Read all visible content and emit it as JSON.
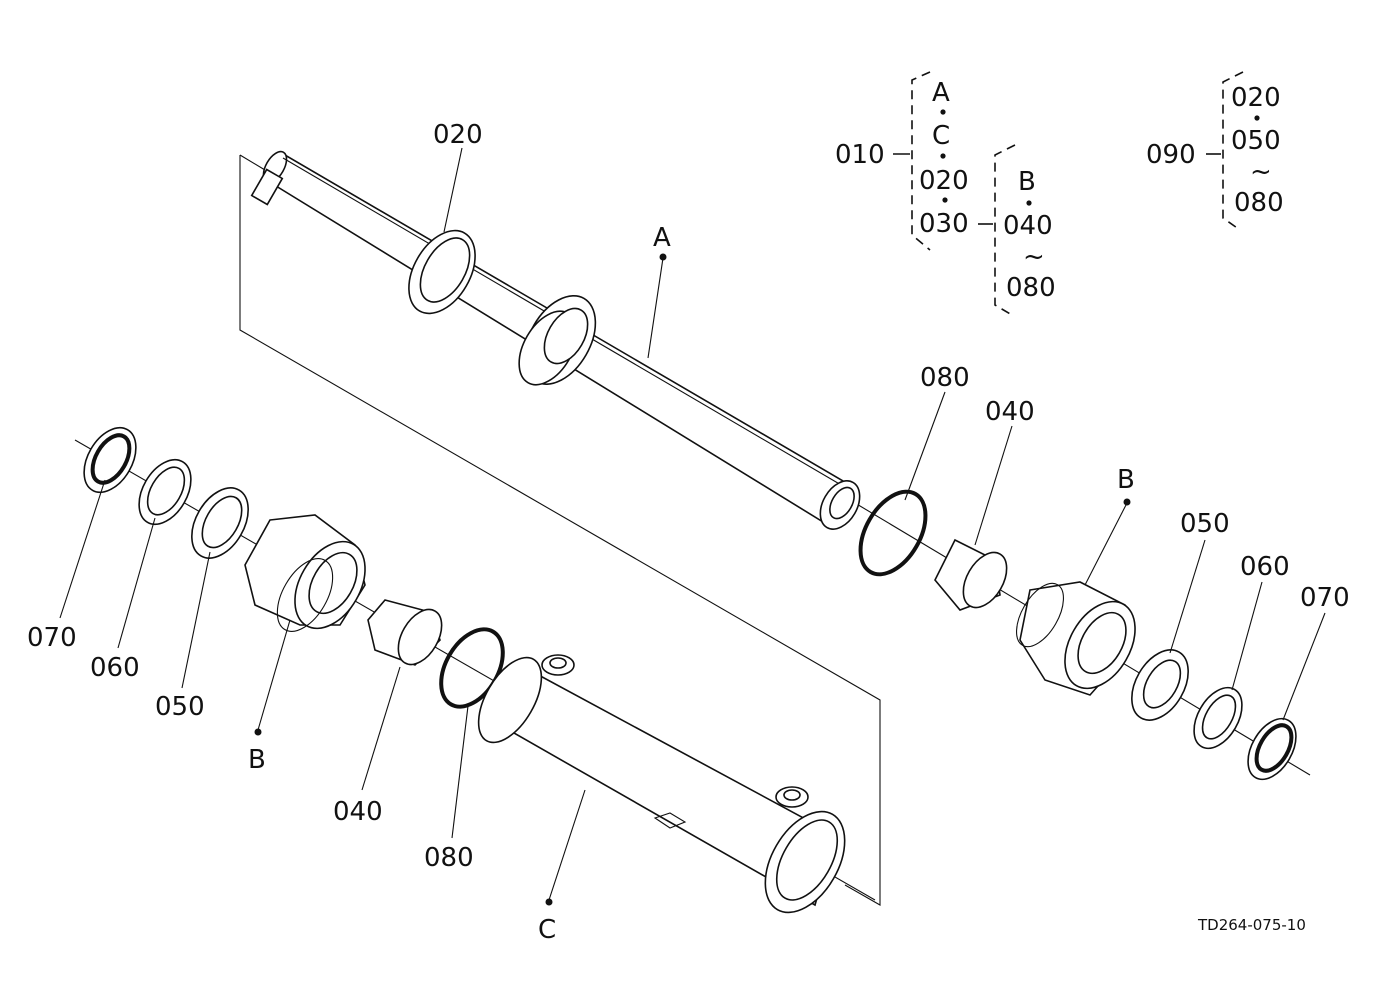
{
  "diagram": {
    "drawing_code": "TD264-075-10",
    "callouts": {
      "rod": "A",
      "rod_seal_ring": "020",
      "piston_oring": "080",
      "piston_bushing": "040",
      "piston_head": "B",
      "piston_seal": "050",
      "piston_ring": "060",
      "piston_wiper": "070",
      "left_wiper": "070",
      "left_ring": "060",
      "left_seal": "050",
      "gland_head": "B",
      "left_bushing": "040",
      "left_oring": "080",
      "cylinder_tube": "C"
    },
    "kit_010": {
      "number": "010",
      "items": [
        "A",
        "C",
        "020",
        "030"
      ],
      "sub_number": "030",
      "sub_items": [
        "B",
        "040",
        "~",
        "080"
      ]
    },
    "kit_090": {
      "number": "090",
      "items": [
        "020",
        "050",
        "~",
        "080"
      ]
    }
  }
}
